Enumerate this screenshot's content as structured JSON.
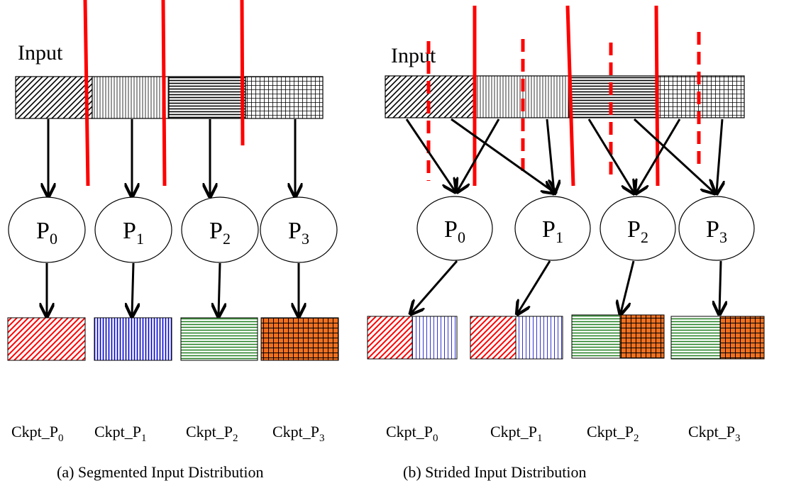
{
  "colors": {
    "red": "#ff0000",
    "blue": "#0000cc",
    "green": "#1e7d1e",
    "orange": "#f07020",
    "black": "#000000"
  },
  "panel_a": {
    "input_label": "Input",
    "processes": [
      {
        "base": "P",
        "sub": "0"
      },
      {
        "base": "P",
        "sub": "1"
      },
      {
        "base": "P",
        "sub": "2"
      },
      {
        "base": "P",
        "sub": "3"
      }
    ],
    "ckpts": [
      {
        "base": "Ckpt_P",
        "sub": "0"
      },
      {
        "base": "Ckpt_P",
        "sub": "1"
      },
      {
        "base": "Ckpt_P",
        "sub": "2"
      },
      {
        "base": "Ckpt_P",
        "sub": "3"
      }
    ],
    "caption": "(a) Segmented Input Distribution"
  },
  "panel_b": {
    "input_label": "Input",
    "processes": [
      {
        "base": "P",
        "sub": "0"
      },
      {
        "base": "P",
        "sub": "1"
      },
      {
        "base": "P",
        "sub": "2"
      },
      {
        "base": "P",
        "sub": "3"
      }
    ],
    "ckpts": [
      {
        "base": "Ckpt_P",
        "sub": "0"
      },
      {
        "base": "Ckpt_P",
        "sub": "1"
      },
      {
        "base": "Ckpt_P",
        "sub": "2"
      },
      {
        "base": "Ckpt_P",
        "sub": "3"
      }
    ],
    "caption": "(b) Strided Input Distribution"
  }
}
